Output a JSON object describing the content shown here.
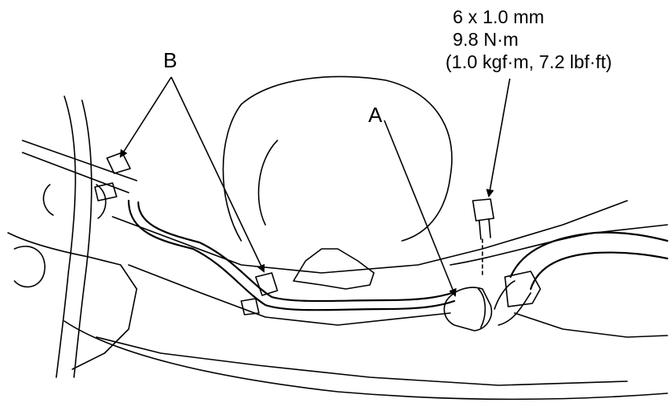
{
  "labels": {
    "a": "A",
    "b": "B"
  },
  "torque_spec": {
    "size": "6 x 1.0 mm",
    "torque_nm": "9.8 N·m",
    "torque_alt": "(1.0 kgf·m, 7.2 lbf·ft)"
  },
  "colors": {
    "line": "#000000",
    "background": "#ffffff"
  }
}
